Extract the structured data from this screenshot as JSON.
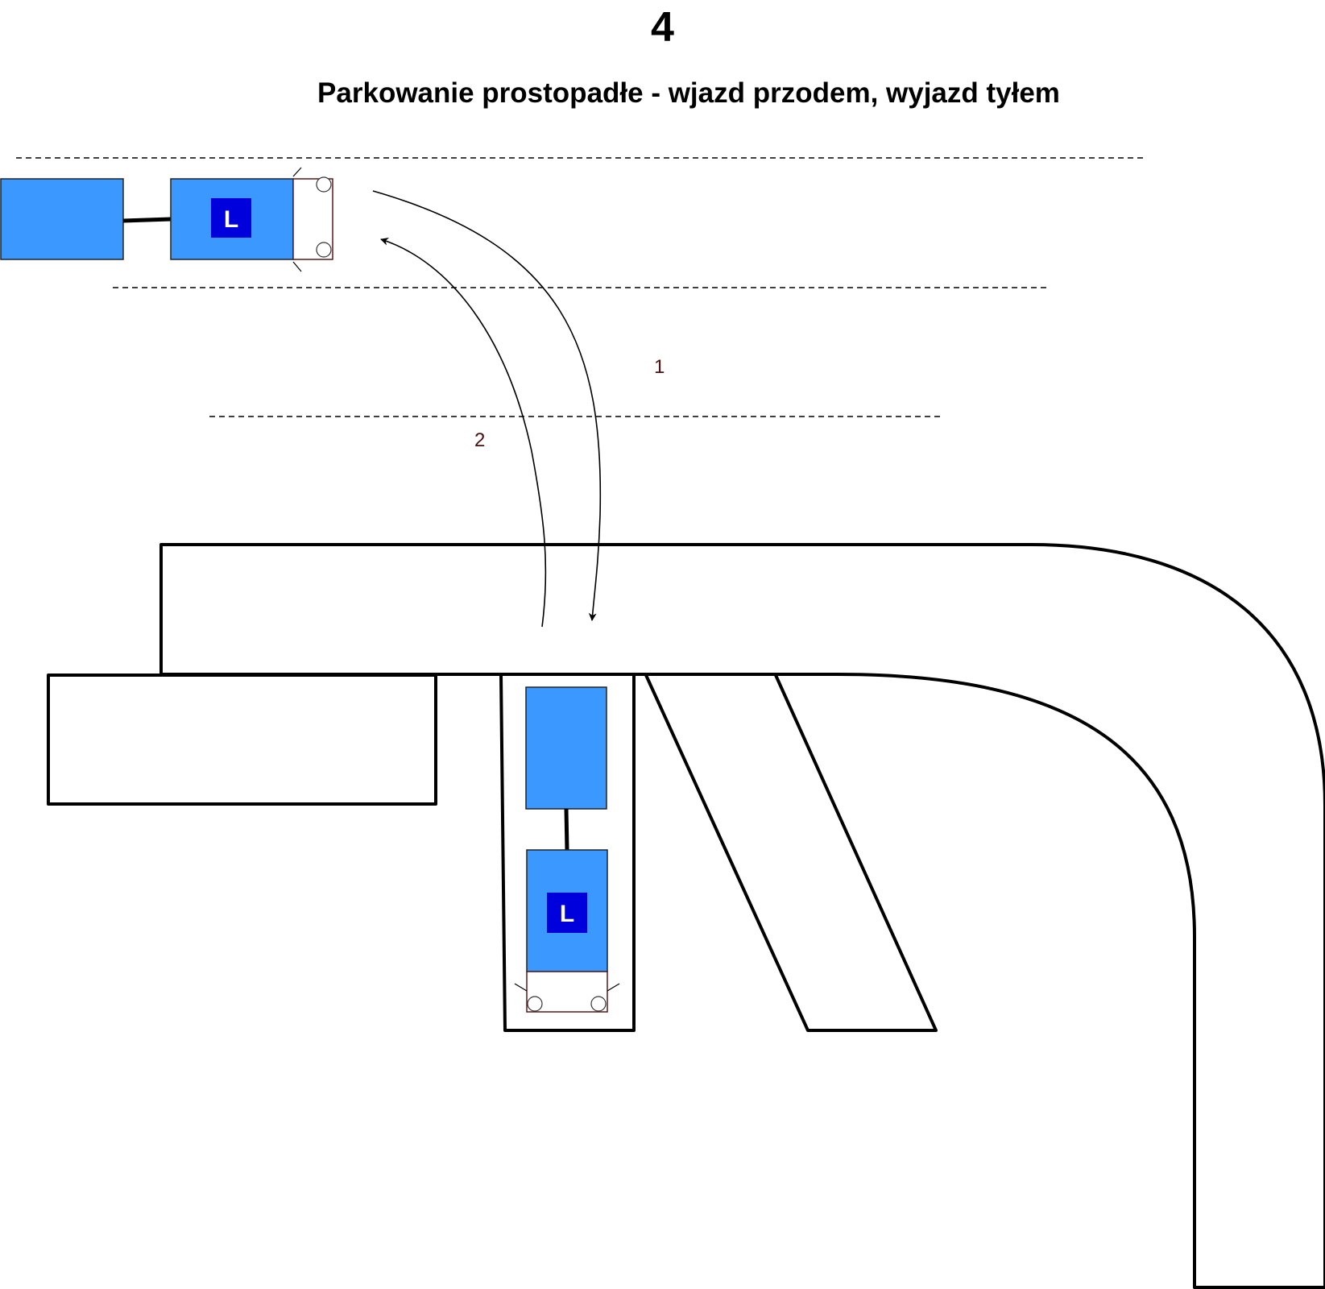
{
  "page_number": "4",
  "title": "Parkowanie prostopadłe - wjazd przodem, wyjazd tyłem",
  "vehicles": [
    {
      "id": "start-vehicle",
      "plate": "L",
      "body_color": "#3a98ff",
      "plate_color": "#0000dd"
    },
    {
      "id": "parked-vehicle",
      "plate": "L",
      "body_color": "#3a98ff",
      "plate_color": "#0000dd"
    }
  ],
  "routes": [
    {
      "label": "1",
      "meaning": ""
    },
    {
      "label": "2",
      "meaning": ""
    }
  ]
}
